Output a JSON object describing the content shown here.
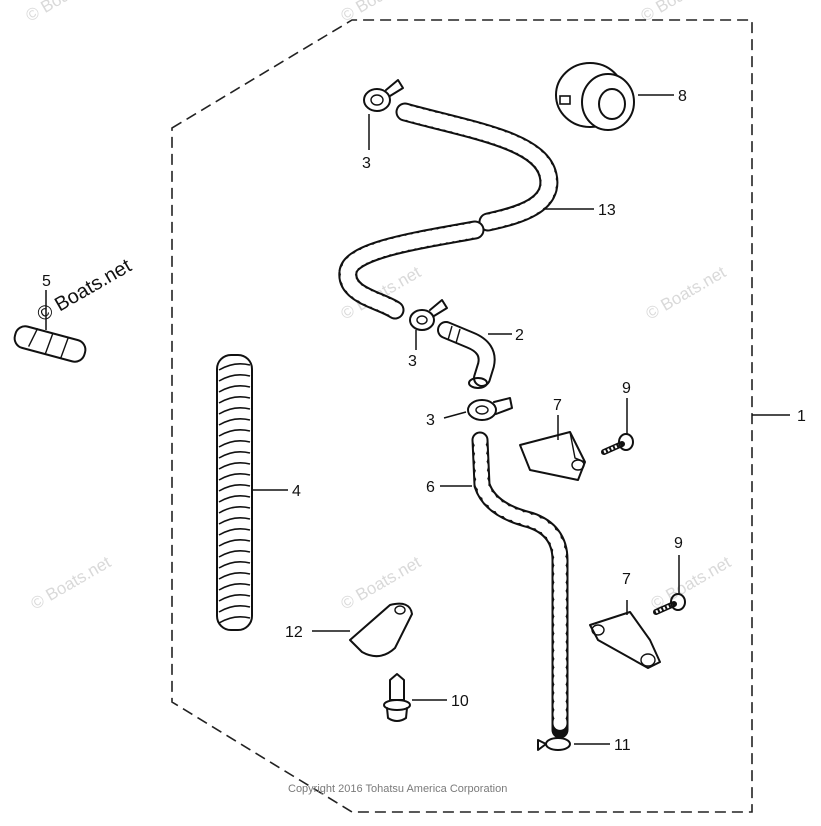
{
  "diagram": {
    "callouts": [
      "1",
      "2",
      "3",
      "3",
      "3",
      "4",
      "5",
      "6",
      "7",
      "7",
      "8",
      "9",
      "9",
      "10",
      "11",
      "12",
      "13"
    ],
    "watermark_text": "© Boats.net",
    "copyright": "Copyright 2016 Tohatsu America Corporation"
  }
}
